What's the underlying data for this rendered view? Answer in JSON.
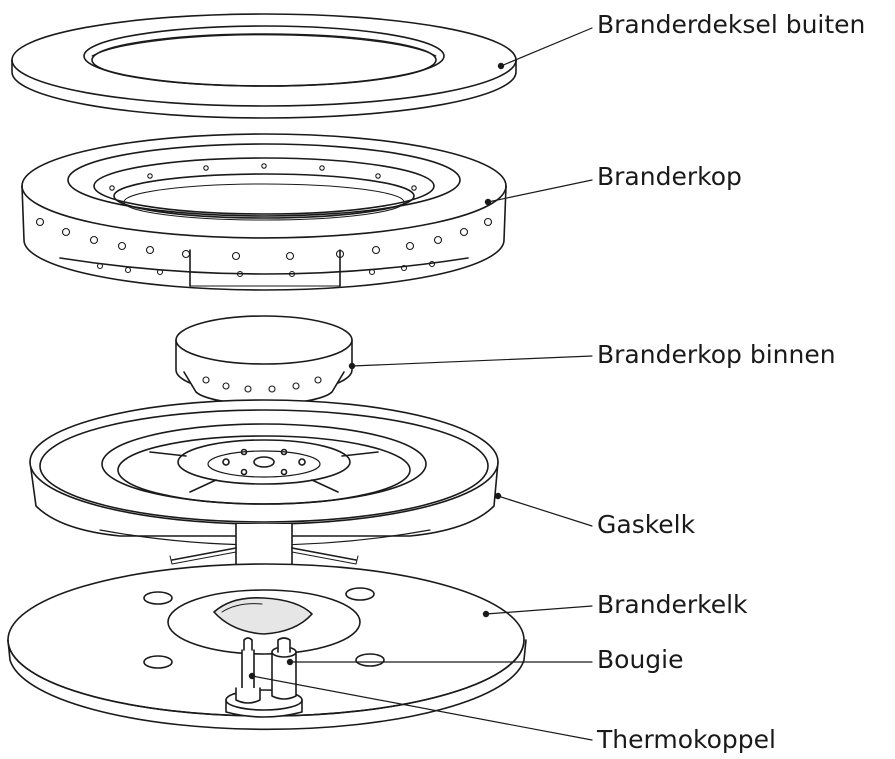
{
  "diagram": {
    "labels": [
      "Branderdeksel buiten",
      "Branderkop",
      "Branderkop binnen",
      "Gaskelk",
      "Branderkelk",
      "Bougie",
      "Thermokoppel"
    ]
  },
  "colors": {
    "line": "#1a1a1a",
    "fill": "#ffffff",
    "shade": "#e6e6e6"
  }
}
